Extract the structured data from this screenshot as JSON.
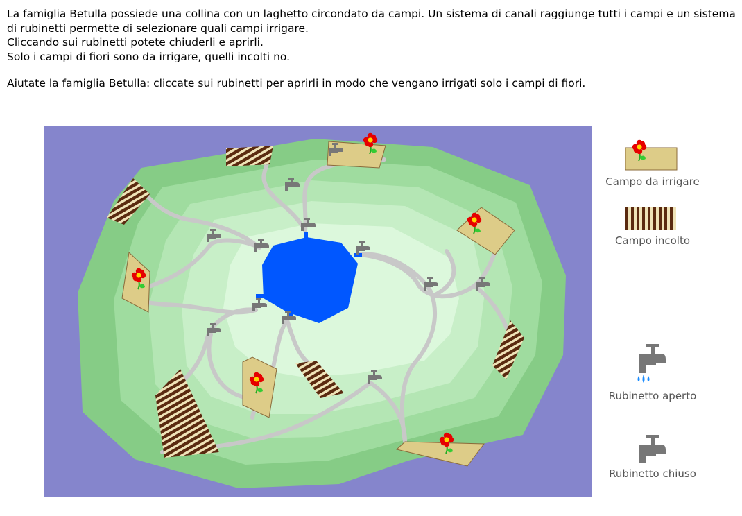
{
  "instructions": {
    "line1": "La famiglia Betulla possiede una collina con un laghetto circondato da campi. Un sistema di canali raggiunge tutti i campi e un sistema di rubinetti permette di selezionare quali campi irrigare.",
    "line2": "Cliccando sui rubinetti potete chiuderli e aprirli.",
    "line3": "Solo i campi di fiori sono da irrigare, quelli incolti no.",
    "line4": "Aiutate la famiglia Betulla: cliccate sui rubinetti per aprirli in modo che vengano irrigati solo i campi di fiori."
  },
  "legend": {
    "field_flower": "Campo da irrigare",
    "field_fallow": "Campo incolto",
    "tap_open": "Rubinetto aperto",
    "tap_closed": "Rubinetto chiuso"
  },
  "colors": {
    "sea": "#8585cc",
    "terrace_outer": "#86cc86",
    "terrace_2": "#9fdc9f",
    "terrace_3": "#b4e6b4",
    "terrace_4": "#c8efc8",
    "terrace_inner": "#dcf8dc",
    "lake": "#0057ff",
    "canal": "#c8c8c8",
    "tap": "#777777",
    "field_flower": "#ddcc88",
    "field_fallow": "#5a2a10",
    "water_drop": "#1a8cff"
  },
  "taps": [
    {
      "id": "tap-1",
      "state": "closed"
    },
    {
      "id": "tap-2",
      "state": "closed"
    },
    {
      "id": "tap-3",
      "state": "closed"
    },
    {
      "id": "tap-4",
      "state": "closed"
    },
    {
      "id": "tap-5",
      "state": "closed"
    },
    {
      "id": "tap-6",
      "state": "closed"
    },
    {
      "id": "tap-7",
      "state": "closed"
    },
    {
      "id": "tap-8",
      "state": "closed"
    },
    {
      "id": "tap-9",
      "state": "closed"
    },
    {
      "id": "tap-10",
      "state": "closed"
    },
    {
      "id": "tap-11",
      "state": "closed"
    },
    {
      "id": "tap-12",
      "state": "closed"
    }
  ]
}
